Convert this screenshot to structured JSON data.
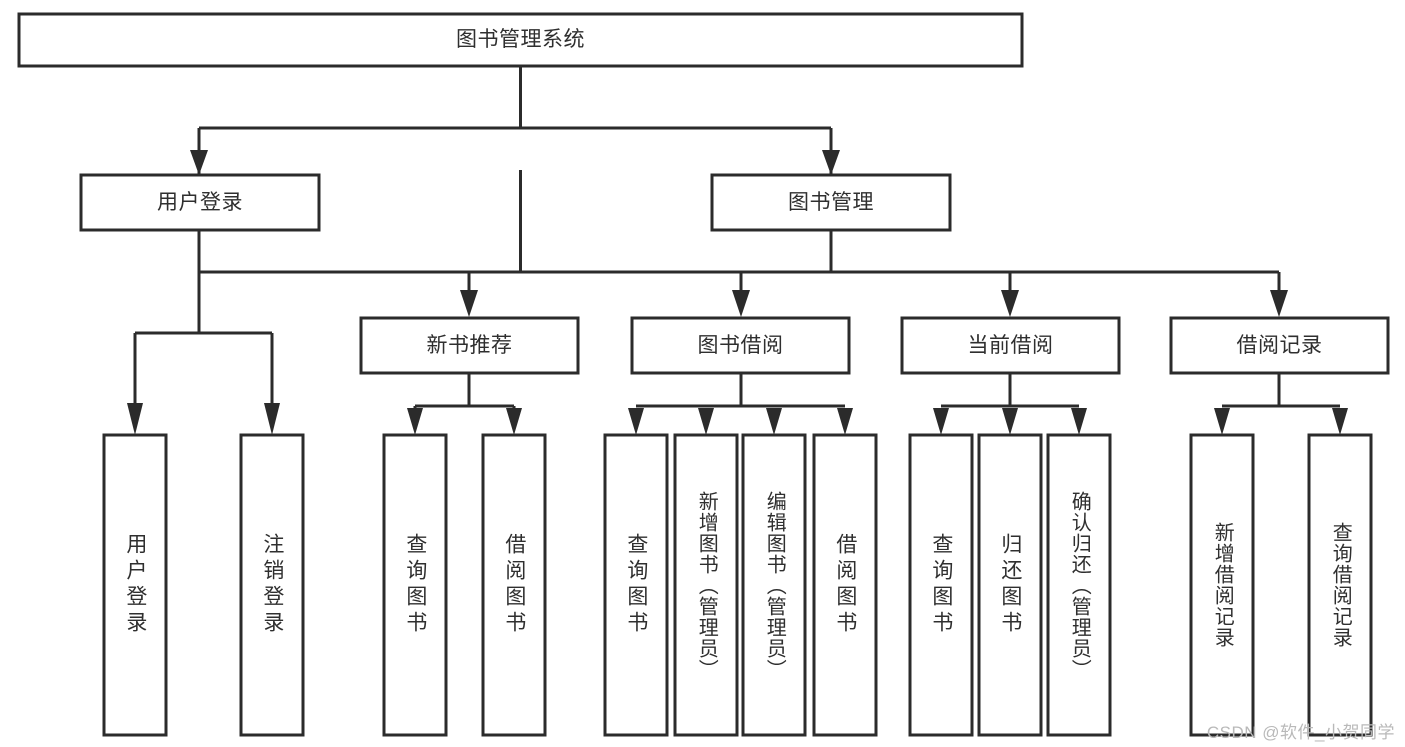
{
  "diagram": {
    "title": "图书管理系统",
    "type": "tree",
    "orientation": "top-down",
    "background_color": "#ffffff",
    "line_color": "#2b2b2b",
    "text_color": "#2f2f2f",
    "box_fill": "#ffffff"
  },
  "nodes": {
    "root": {
      "label": "图书管理系统"
    },
    "level2": [
      {
        "label": "用户登录"
      },
      {
        "label": "图书管理"
      }
    ],
    "level3": [
      {
        "label": "新书推荐"
      },
      {
        "label": "图书借阅"
      },
      {
        "label": "当前借阅"
      },
      {
        "label": "借阅记录"
      }
    ],
    "leaves_user_login": [
      {
        "label": "用户登录"
      },
      {
        "label": "注销登录"
      }
    ],
    "leaves_new_book": [
      {
        "label": "查询图书"
      },
      {
        "label": "借阅图书"
      }
    ],
    "leaves_borrow": [
      {
        "label": "查询图书"
      },
      {
        "label": "新增图书（管理员）"
      },
      {
        "label": "编辑图书（管理员）"
      },
      {
        "label": "借阅图书"
      }
    ],
    "leaves_current": [
      {
        "label": "查询图书"
      },
      {
        "label": "归还图书"
      },
      {
        "label": "确认归还（管理员）"
      }
    ],
    "leaves_record": [
      {
        "label": "新增借阅记录"
      },
      {
        "label": "查询借阅记录"
      }
    ]
  },
  "watermark": {
    "text": "CSDN @软件_小贺同学"
  }
}
